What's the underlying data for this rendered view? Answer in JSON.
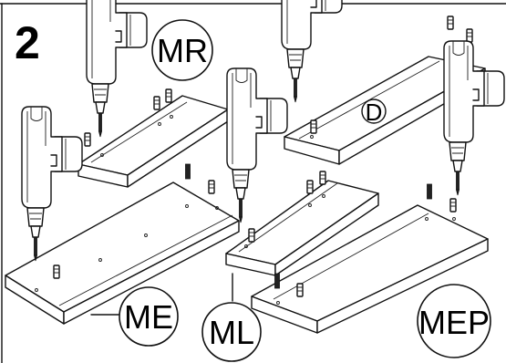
{
  "step_number": "2",
  "labels": {
    "mr": "MR",
    "d": "D",
    "me": "ME",
    "ml": "ML",
    "mep": "MEP"
  }
}
